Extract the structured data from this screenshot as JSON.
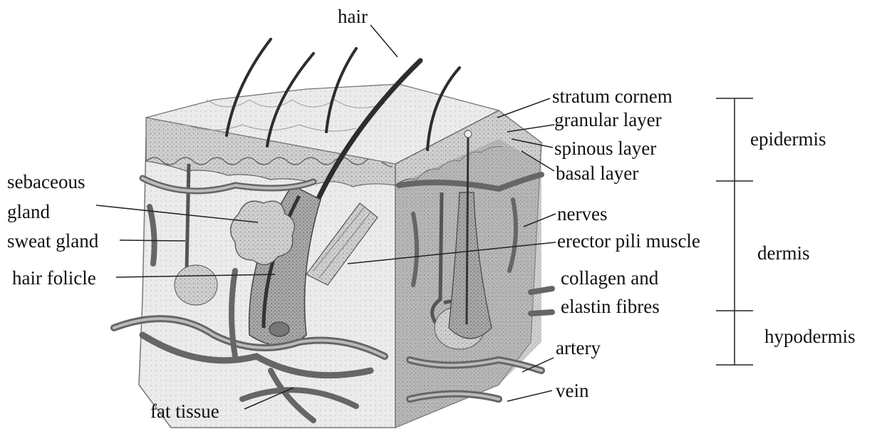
{
  "diagram": {
    "labels": {
      "hair": "hair",
      "stratum_cornem": "stratum cornem",
      "granular_layer": "granular layer",
      "spinous_layer": "spinous layer",
      "basal_layer": "basal layer",
      "sebaceous_line1": "sebaceous",
      "sebaceous_line2": "gland",
      "sweat_gland": "sweat gland",
      "hair_folicle": "hair folicle",
      "nerves": "nerves",
      "erector_pili_muscle": "erector pili muscle",
      "collagen_line1": "collagen and",
      "collagen_line2": "elastin fibres",
      "artery": "artery",
      "vein": "vein",
      "fat_tissue": "fat tissue"
    },
    "layers": {
      "epidermis": "epidermis",
      "dermis": "dermis",
      "hypodermis": "hypodermis"
    }
  }
}
